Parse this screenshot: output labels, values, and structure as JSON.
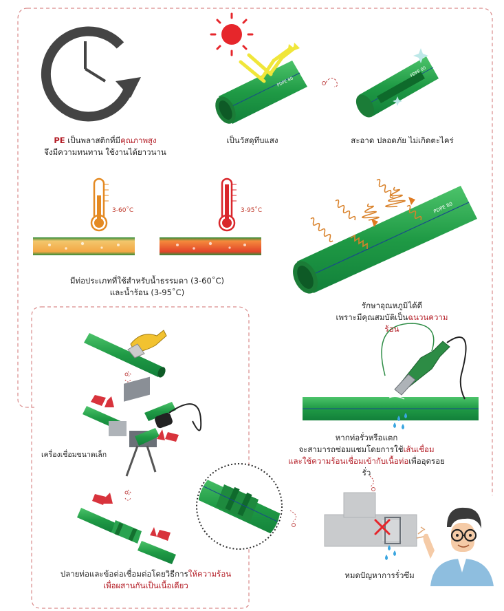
{
  "captions": {
    "pe_strong": {
      "brand": "PE",
      "a": "เป็นพลาสติกที่มี",
      "b": "คุณภาพสูง",
      "c": "จึงมีความทนทาน ใช้งานได้ยาวนาน"
    },
    "opaque": "เป็นวัสดุทึบแสง",
    "clean": "สะอาด ปลอดภัย ไม่เกิดตะไคร่",
    "hot_cold": {
      "line1": "มีท่อประเภทที่ใช้สำหรับน้ำธรรมดา (3-60˚C)",
      "line2": "และน้ำร้อน (3-95˚C)"
    },
    "insulation": {
      "line1": "รักษาอุณหภูมิได้ดี",
      "line2_a": "เพราะมีคุณสมบัติเป็น",
      "line2_b": "ฉนวนความร้อน"
    },
    "repair": {
      "line1": "หากท่อรั่วหรือแตก",
      "line2": "จะสามารถซ่อมแซมโดยการใช้",
      "line2_em": "เส้นเชื่อม",
      "line3_em": "และใช้ความร้อนเชื่อมเข้ากับเนื้อท่อ",
      "line3": "เพื่ออุดรอยรั่ว"
    },
    "weld": {
      "line1_a": "ปลายท่อและข้อต่อเชื่อมต่อโดยวิธีการ",
      "line1_b": "ให้ความร้อน",
      "line2": "เพื่อผสานกันเป็นเนื้อเดียว"
    },
    "no_leak": "หมดปัญหาการรั่วซึม"
  },
  "labels": {
    "temp_cold": "3-60˚C",
    "temp_hot": "3-95˚C",
    "pipe_mark": "PDPE 80",
    "welder": "เครื่องเชื่อมขนาดเล็ก"
  },
  "colors": {
    "pipe_green": "#1f9a45",
    "accent_red": "#b31b24",
    "sun_red": "#e6262b",
    "dash_border": "#d98a8a"
  }
}
